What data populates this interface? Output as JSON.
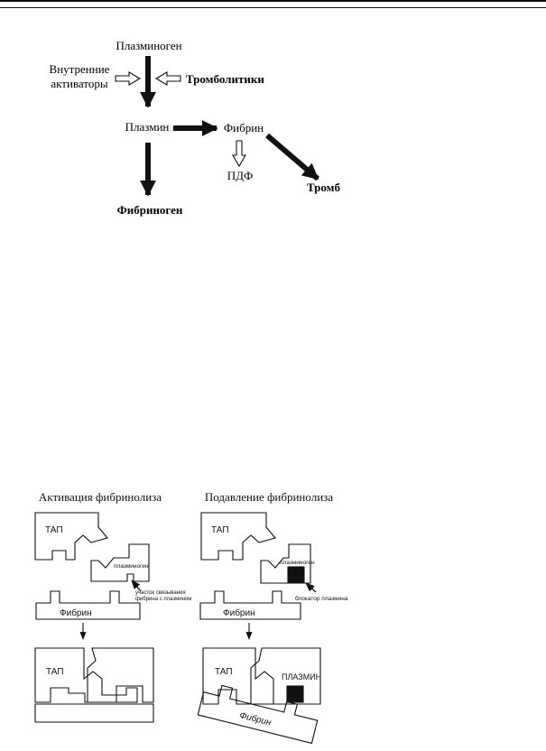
{
  "flowchart": {
    "plasminogen": "Плазминоген",
    "internal_activators_line1": "Внутренние",
    "internal_activators_line2": "активаторы",
    "thrombolytics": "Тромболитики",
    "plasmin": "Плазмин",
    "fibrin": "Фибрин",
    "pdf": "ПДФ",
    "thrombus": "Тромб",
    "fibrinogen": "Фибриноген"
  },
  "mechanism": {
    "left_title": "Активация фибринолиза",
    "right_title": "Подавление фибринолиза",
    "tap": "ТАП",
    "plasminogen_small": "плазминоген",
    "site_note_line1": "участок связывания",
    "site_note_line2": "фибрина с плазмином",
    "blocker_note": "блокатор плазмина",
    "fibrin": "Фибрин",
    "plasmin_caps": "ПЛАЗМИН"
  }
}
